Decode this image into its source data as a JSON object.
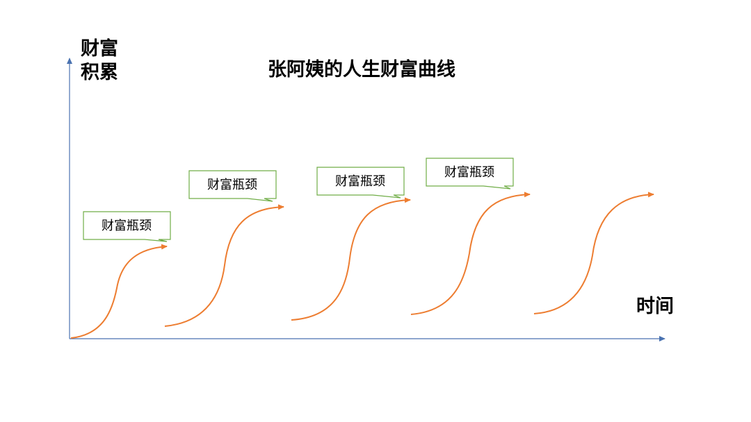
{
  "title": "张阿姨的人生财富曲线",
  "y_axis_label": [
    "财富",
    "积累"
  ],
  "x_axis_label": "时间",
  "callout_text": "财富瓶颈",
  "colors": {
    "axis": "#4a72b0",
    "curve": "#ed7d31",
    "callout_border": "#70ad47",
    "callout_fill": "#ffffff",
    "text": "#000000"
  },
  "stages": [
    {
      "label": "财富瓶颈"
    },
    {
      "label": "财富瓶颈"
    },
    {
      "label": "财富瓶颈"
    },
    {
      "label": "财富瓶颈"
    },
    {
      "label": null
    }
  ]
}
